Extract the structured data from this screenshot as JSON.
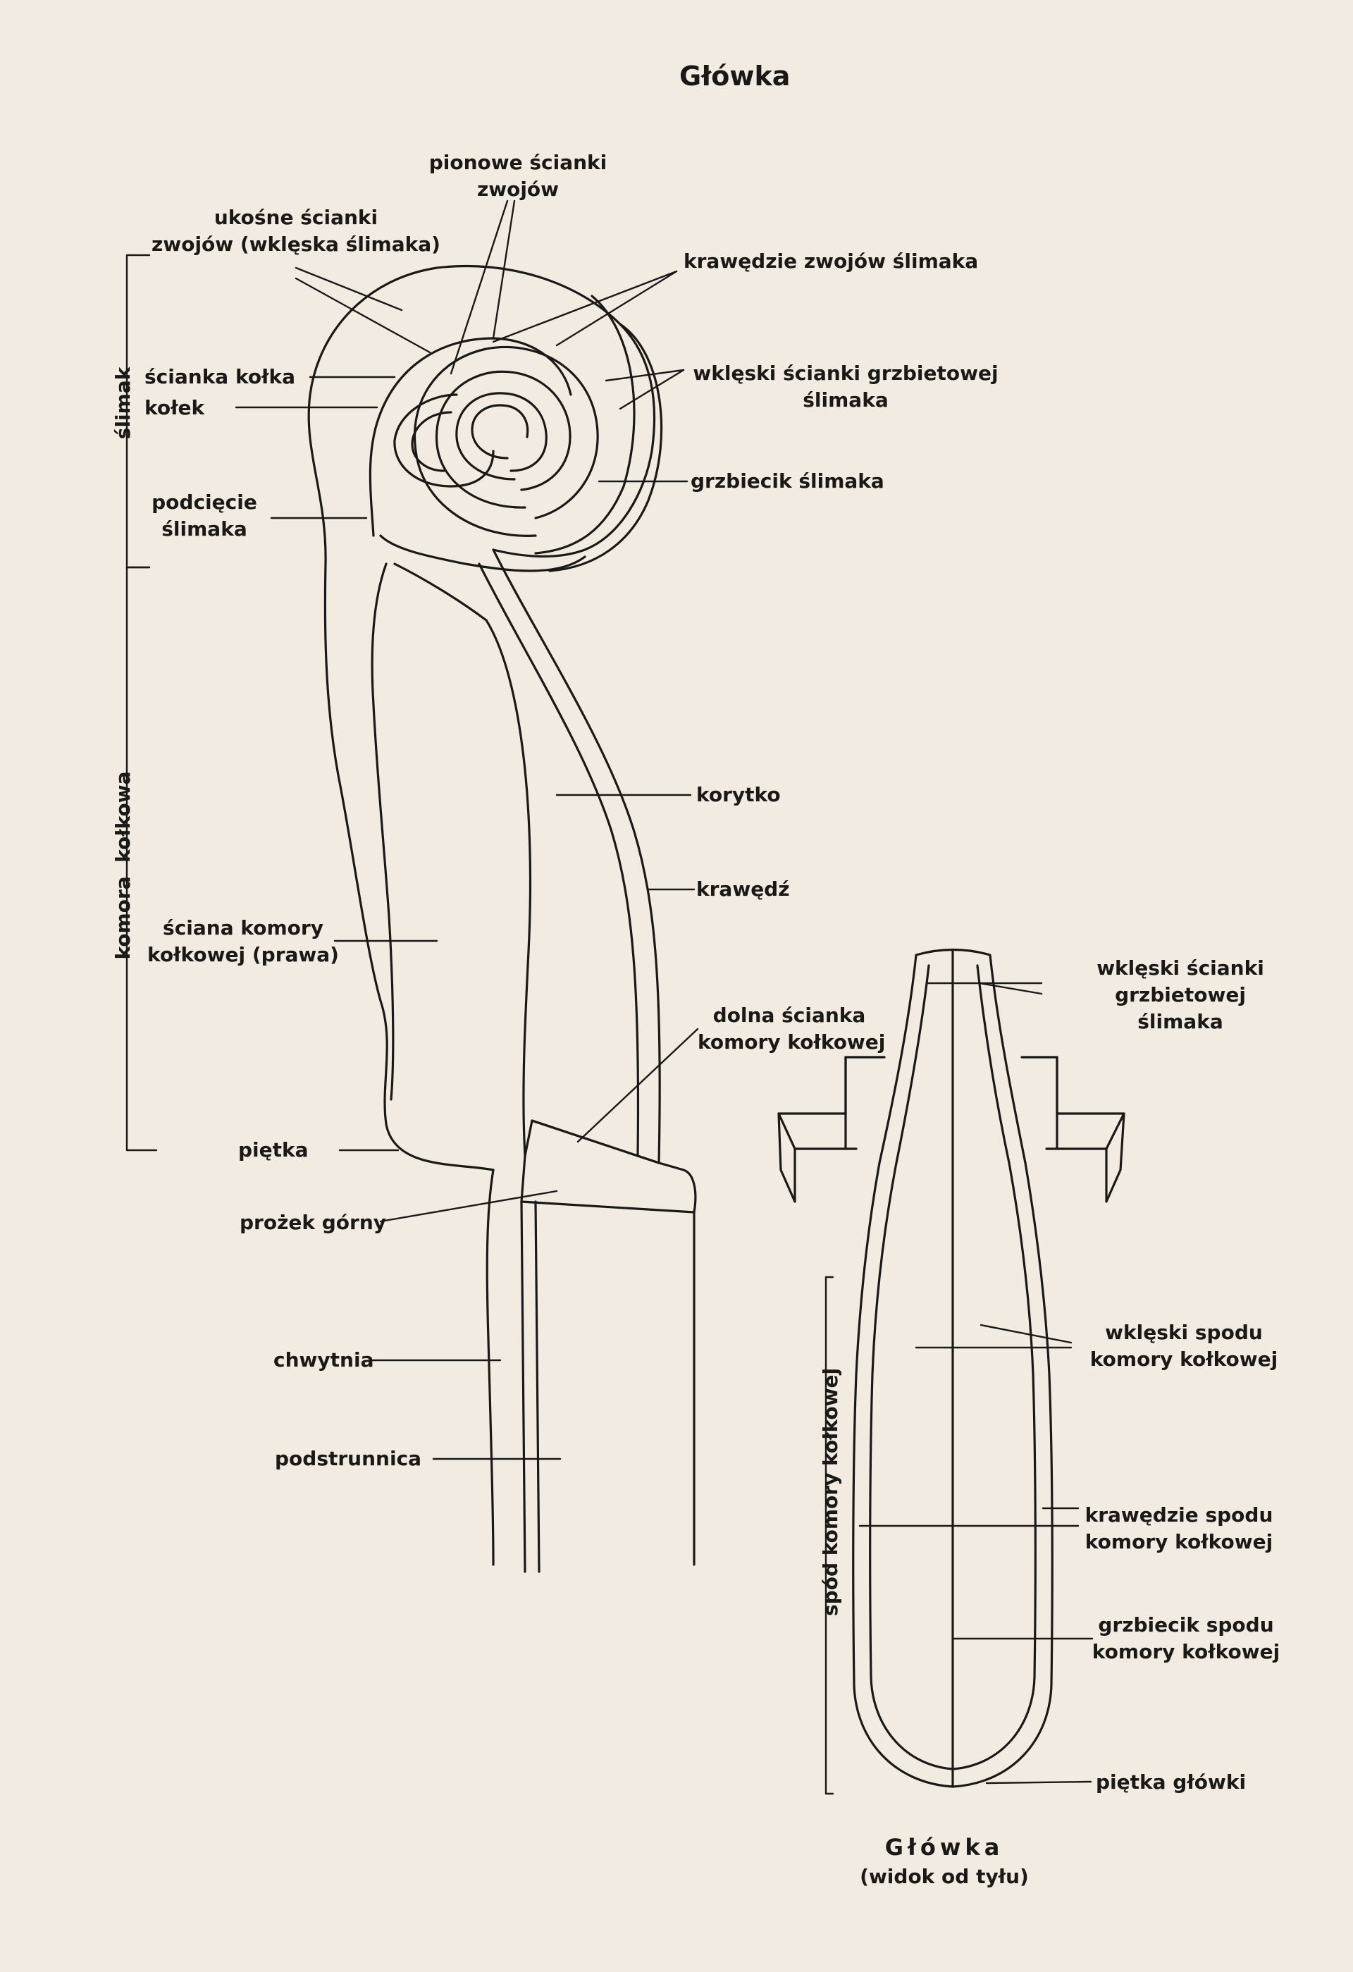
{
  "title": "Główka",
  "side_labels": {
    "pionowe": "pionowe ścianki\nzwojów",
    "ukosne": "ukośne ścianki\nzwojów (wklęska ślimaka)",
    "krawedzie_zwojow": "krawędzie zwojów ślimaka",
    "scianka_kolka": "ścianka kołka",
    "kolek": "kołek",
    "wkleski_grzbietowej": "wklęski ścianki grzbietowej\nślimaka",
    "grzbiecik": "grzbiecik ślimaka",
    "podciecie": "podcięcie\nślimaka",
    "korytko": "korytko",
    "krawedz": "krawędź",
    "sciana_komory": "ściana komory\nkołkowej (prawa)",
    "dolna_scianka": "dolna ścianka\nkomory kołkowej",
    "pietka": "piętka",
    "prozek": "prożek górny",
    "chwytnia": "chwytnia",
    "podstrunnica": "podstrunnica"
  },
  "bracket_labels": {
    "slimak": "ślimak",
    "komora": "komora  kołkowa",
    "spod": "spód komory kołkowej"
  },
  "back_labels": {
    "wkleski_grzb": "wklęski ścianki\ngrzbietowej\nślimaka",
    "wkleski_spodu": "wklęski spodu\nkomory kołkowej",
    "krawedzie_spodu": "krawędzie spodu\nkomory kołkowej",
    "grzbiecik_spodu": "grzbiecik spodu\nkomory kołkowej",
    "pietka_glowki": "piętka główki"
  },
  "caption": {
    "line1": "Główka",
    "line2": "(widok od tyłu)"
  }
}
